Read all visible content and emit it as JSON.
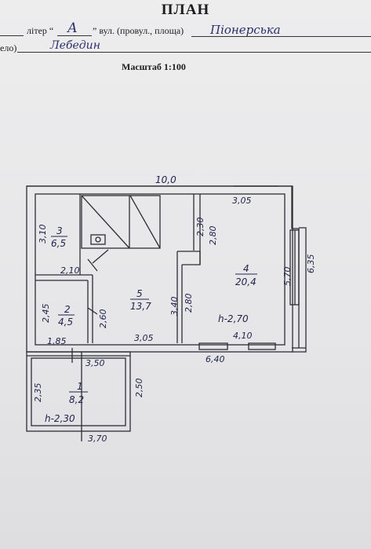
{
  "header": {
    "title": "ПЛАН",
    "line1_prefix": "літер “",
    "letter": "А",
    "line1_mid": "” вул. (провул., площа)",
    "street": "Піонерська",
    "line2_prefix": "ело)",
    "village": "Лебедин",
    "scale": "Масштаб 1:100"
  },
  "plan": {
    "dims": {
      "top": "10,0",
      "top_right": "3,05",
      "right_outer": "6,35",
      "right_inner": "5,70",
      "left_top": "3,10",
      "mid_hall": "2,10",
      "left_room2": "2,45",
      "room2_right": "2,60",
      "bottom_left": "1,85",
      "bottom_mid": "3,05",
      "bottom_right": "4,10",
      "porch_top": "3,50",
      "bottom_total": "6,40",
      "partition_top": "2,30",
      "room4_left": "2,80",
      "partition_a": "3,40",
      "partition_b": "2,80",
      "porch_left": "2,35",
      "porch_right": "2,50",
      "porch_bottom": "3,70"
    },
    "rooms": [
      {
        "num": "1",
        "area": "8,2"
      },
      {
        "num": "2",
        "area": "4,5"
      },
      {
        "num": "3",
        "area": "6,5"
      },
      {
        "num": "4",
        "area": "20,4"
      },
      {
        "num": "5",
        "area": "13,7"
      }
    ],
    "heights": {
      "main": "h-2,70",
      "porch": "h-2,30"
    }
  }
}
